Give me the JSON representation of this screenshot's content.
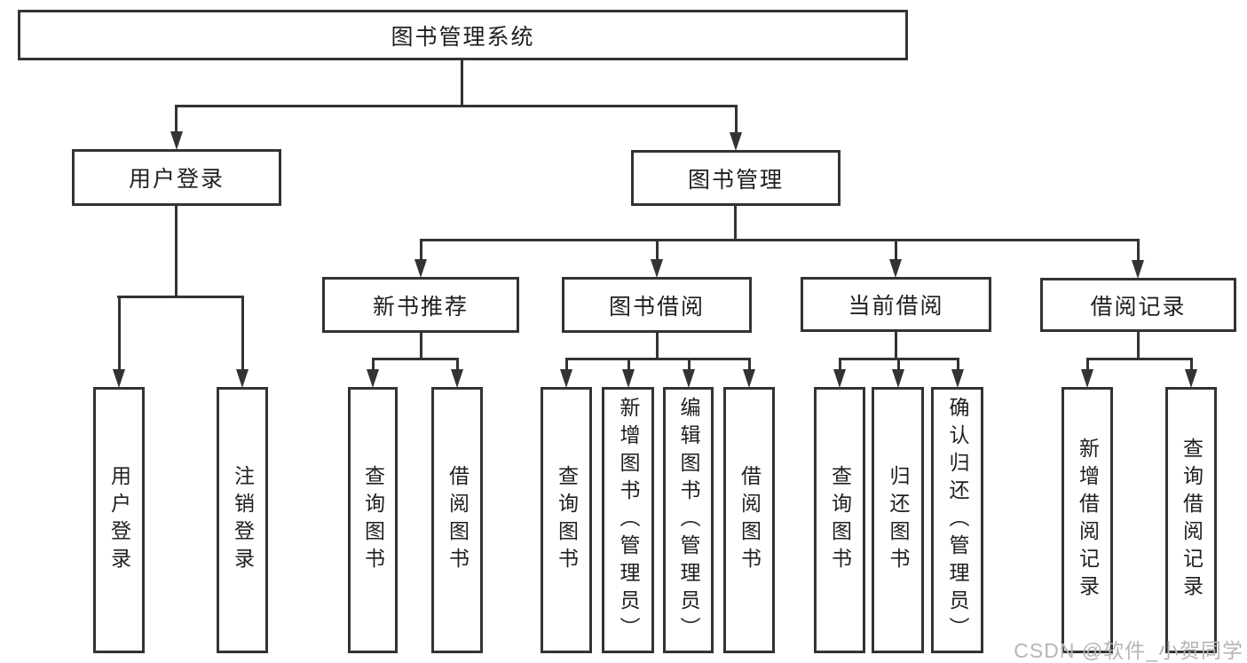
{
  "nodes": {
    "root": "图书管理系统",
    "user_login": "用户登录",
    "book_mgmt": "图书管理",
    "new_book": "新书推荐",
    "book_borrow": "图书借阅",
    "current_borrow": "当前借阅",
    "borrow_record": "借阅记录"
  },
  "leaves": {
    "user_login": [
      "用户登录",
      "注销登录"
    ],
    "new_book": [
      "查询图书",
      "借阅图书"
    ],
    "book_borrow": [
      "查询图书",
      "新增图书（管理员）",
      "编辑图书（管理员）",
      "借阅图书"
    ],
    "current_borrow": [
      "查询图书",
      "归还图书",
      "确认归还（管理员）"
    ],
    "borrow_record": [
      "新增借阅记录",
      "查询借阅记录"
    ]
  },
  "watermark": {
    "text": "CSDN @软件_小贺同学"
  },
  "colors": {
    "line": "#333333",
    "text": "#1f1f1f",
    "background": "#ffffff",
    "watermark": "#b5b5ba"
  }
}
